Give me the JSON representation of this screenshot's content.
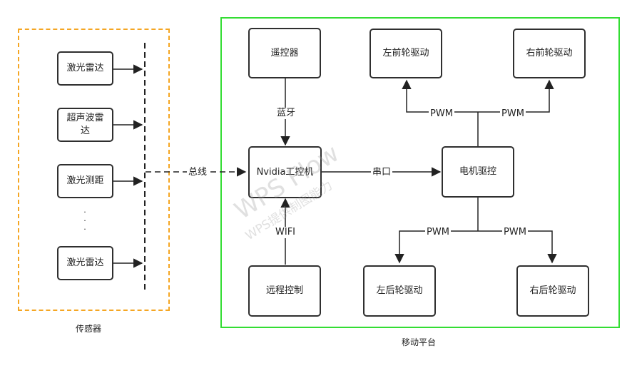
{
  "groups": {
    "sensors": "传感器",
    "platform": "移动平台"
  },
  "sensors": {
    "lidar1": "激光雷达",
    "ultrasonic": "超声波雷\n达",
    "rangefinder": "激光测距",
    "lidar2": "激光雷达",
    "ellipsis": "·\n·\n·"
  },
  "nodes": {
    "remote": "遥控器",
    "nvidia": "Nvidia工控机",
    "remote_ctrl": "远程控制",
    "motor": "电机驱控",
    "fl": "左前轮驱动",
    "fr": "右前轮驱动",
    "rl": "左后轮驱动",
    "rr": "右后轮驱动"
  },
  "edges": {
    "bus": "总线",
    "bluetooth": "蓝牙",
    "wifi": "WIFI",
    "serial": "串口",
    "pwm": "PWM"
  },
  "watermark": {
    "line1": "WPS Flow",
    "line2": "WPS提供制图能力"
  },
  "colors": {
    "sensor_border": "#f5a623",
    "platform_border": "#33dd33",
    "node_border": "#2f2f2f"
  }
}
